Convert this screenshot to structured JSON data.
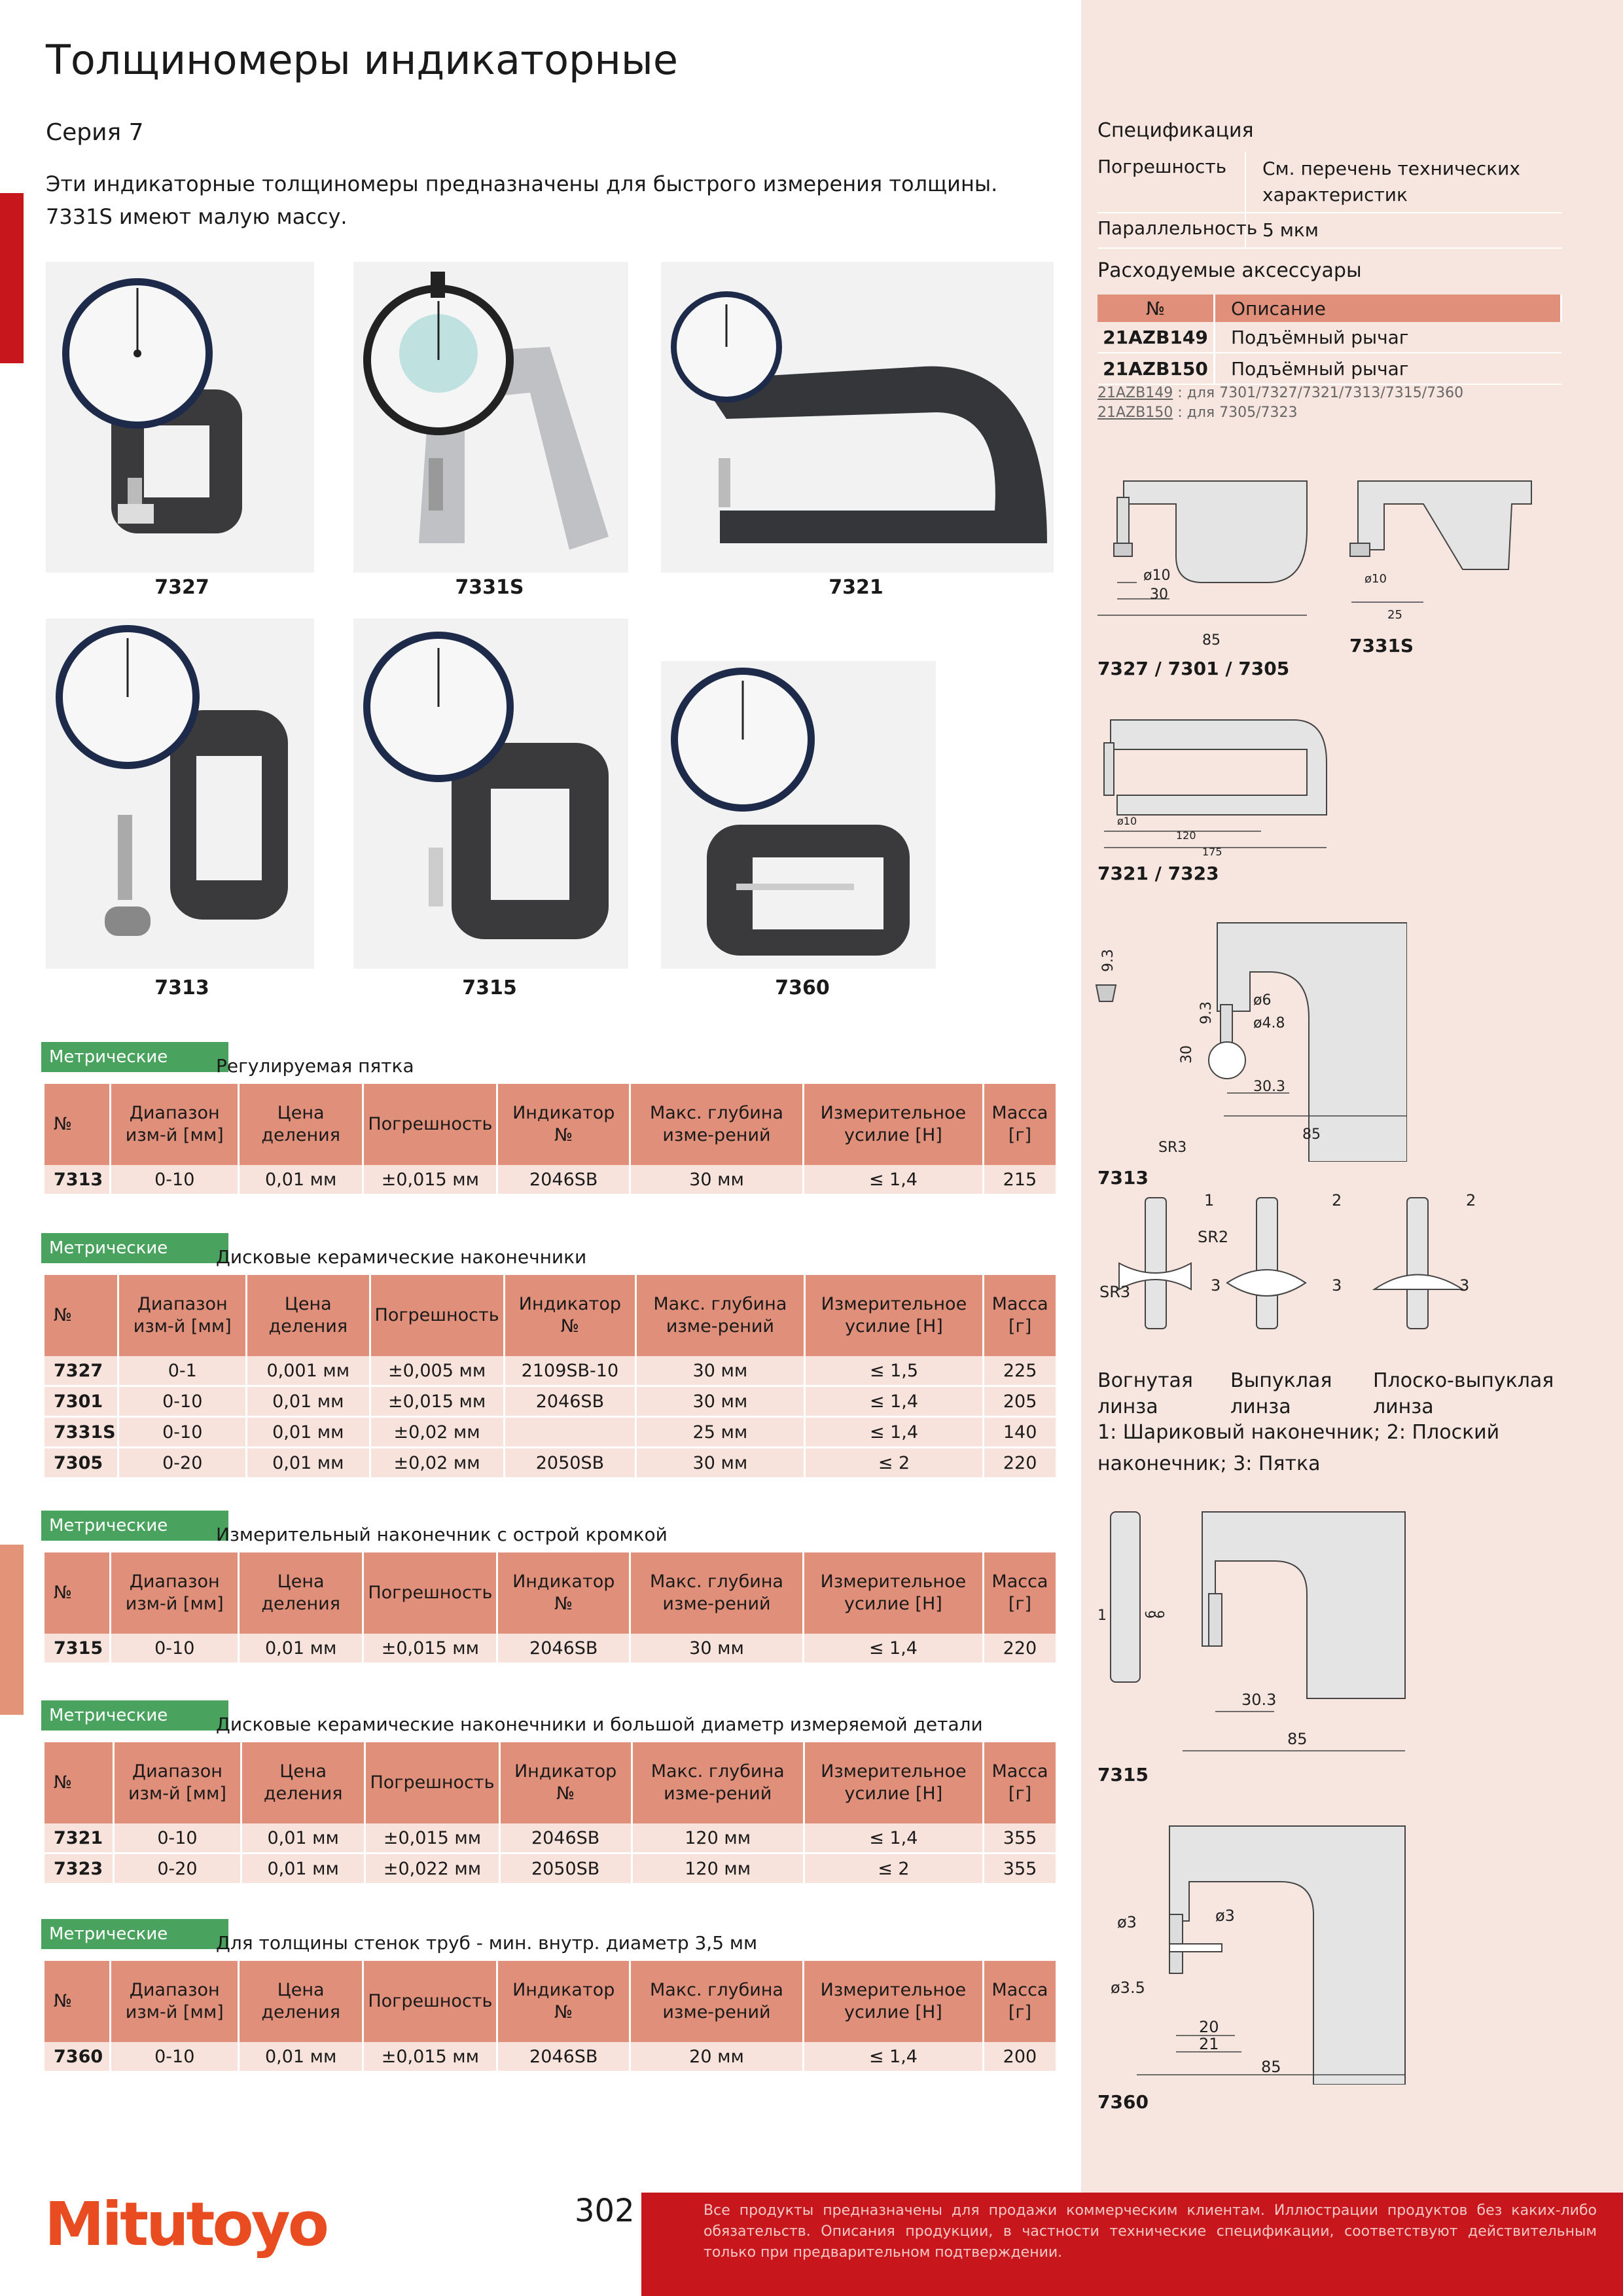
{
  "page": {
    "title": "Толщиномеры индикаторные",
    "series": "Серия 7",
    "intro": "Эти индикаторные толщиномеры предназначены для быстрого измерения толщины. 7331S имеют малую массу.",
    "page_number": "302",
    "brand": "Mitutoyo",
    "footer_text": "Все продукты предназначены для продажи коммерческим клиентам. Иллюстрации продуктов без каких-либо обязательств. Описания продукции, в частности технические спецификации, соответствуют действительным только при предварительном подтверждении.",
    "colors": {
      "accent_red": "#c8161d",
      "header_salmon": "#e0907a",
      "tag_green": "#49a35e",
      "panel_bg": "#f7e6e0",
      "logo_orange": "#e84c20"
    }
  },
  "photos": [
    "7327",
    "7331S",
    "7321",
    "7313",
    "7315",
    "7360"
  ],
  "tables": {
    "tag": "Метрические",
    "headers": [
      "№",
      "Диапазон изм-й [мм]",
      "Цена деления",
      "Погрешность",
      "Индикатор №",
      "Макс. глубина изме-рений",
      "Измерительное усилие [Н]",
      "Масса [г]"
    ],
    "t1": {
      "subtitle": "Регулируемая пятка",
      "rows": [
        [
          "7313",
          "0-10",
          "0,01 мм",
          "±0,015 мм",
          "2046SB",
          "30 мм",
          "≤ 1,4",
          "215"
        ]
      ]
    },
    "t2": {
      "subtitle": "Дисковые керамические наконечники",
      "rows": [
        [
          "7327",
          "0-1",
          "0,001 мм",
          "±0,005 мм",
          "2109SB-10",
          "30 мм",
          "≤ 1,5",
          "225"
        ],
        [
          "7301",
          "0-10",
          "0,01 мм",
          "±0,015 мм",
          "2046SB",
          "30 мм",
          "≤ 1,4",
          "205"
        ],
        [
          "7331S",
          "0-10",
          "0,01 мм",
          "±0,02 мм",
          "",
          "25 мм",
          "≤ 1,4",
          "140"
        ],
        [
          "7305",
          "0-20",
          "0,01 мм",
          "±0,02 мм",
          "2050SB",
          "30 мм",
          "≤ 2",
          "220"
        ]
      ]
    },
    "t3": {
      "subtitle": "Измерительный наконечник с острой кромкой",
      "rows": [
        [
          "7315",
          "0-10",
          "0,01 мм",
          "±0,015 мм",
          "2046SB",
          "30 мм",
          "≤ 1,4",
          "220"
        ]
      ]
    },
    "t4": {
      "subtitle": "Дисковые керамические наконечники и большой диаметр измеряемой детали",
      "rows": [
        [
          "7321",
          "0-10",
          "0,01 мм",
          "±0,015 мм",
          "2046SB",
          "120 мм",
          "≤ 1,4",
          "355"
        ],
        [
          "7323",
          "0-20",
          "0,01 мм",
          "±0,022 мм",
          "2050SB",
          "120 мм",
          "≤ 2",
          "355"
        ]
      ]
    },
    "t5": {
      "subtitle": "Для толщины стенок труб - мин. внутр. диаметр 3,5 мм",
      "rows": [
        [
          "7360",
          "0-10",
          "0,01 мм",
          "±0,015 мм",
          "2046SB",
          "20 мм",
          "≤ 1,4",
          "200"
        ]
      ]
    }
  },
  "spec": {
    "heading": "Спецификация",
    "rows": [
      {
        "key": "Погрешность",
        "value": "См. перечень технических характеристик"
      },
      {
        "key": "Параллельность",
        "value": "5 мкм"
      }
    ]
  },
  "accessories": {
    "heading": "Расходуемые аксессуары",
    "headers": [
      "№",
      "Описание"
    ],
    "rows": [
      [
        "21AZB149",
        "Подъёмный рычаг"
      ],
      [
        "21AZB150",
        "Подъёмный рычаг"
      ]
    ],
    "notes": [
      {
        "code": "21AZB149",
        "text": " : для 7301/7327/7321/7313/7315/7360"
      },
      {
        "code": "21AZB150",
        "text": " : для 7305/7323"
      }
    ]
  },
  "drawings": {
    "d1": {
      "caption": "7327 / 7301 / 7305",
      "dims": [
        "ø10",
        "30",
        "85"
      ]
    },
    "d2": {
      "caption": "7331S",
      "dims": [
        "ø10",
        "25"
      ]
    },
    "d3": {
      "caption": "7321 / 7323",
      "dims": [
        "ø10",
        "120",
        "175"
      ]
    },
    "d4": {
      "caption": "7313",
      "dims": [
        "9.3",
        "9.3",
        "30",
        "ø6",
        "ø4.8",
        "30.3",
        "85",
        "SR3"
      ]
    },
    "lens": {
      "callouts": [
        "1",
        "SR2",
        "SR3",
        "3",
        "2",
        "3",
        "2",
        "3"
      ],
      "labels": [
        "Вогнутая линза",
        "Выпуклая линза",
        "Плоско-выпуклая линза"
      ],
      "legend": "1: Шариковый наконечник; 2: Плоский наконечник; 3: Пятка"
    },
    "d5": {
      "caption": "7315",
      "dims": [
        "1",
        "6",
        "6",
        "30.3",
        "85"
      ]
    },
    "d6": {
      "caption": "7360",
      "dims": [
        "ø3",
        "ø3",
        "ø3.5",
        "20",
        "21",
        "85"
      ]
    }
  }
}
